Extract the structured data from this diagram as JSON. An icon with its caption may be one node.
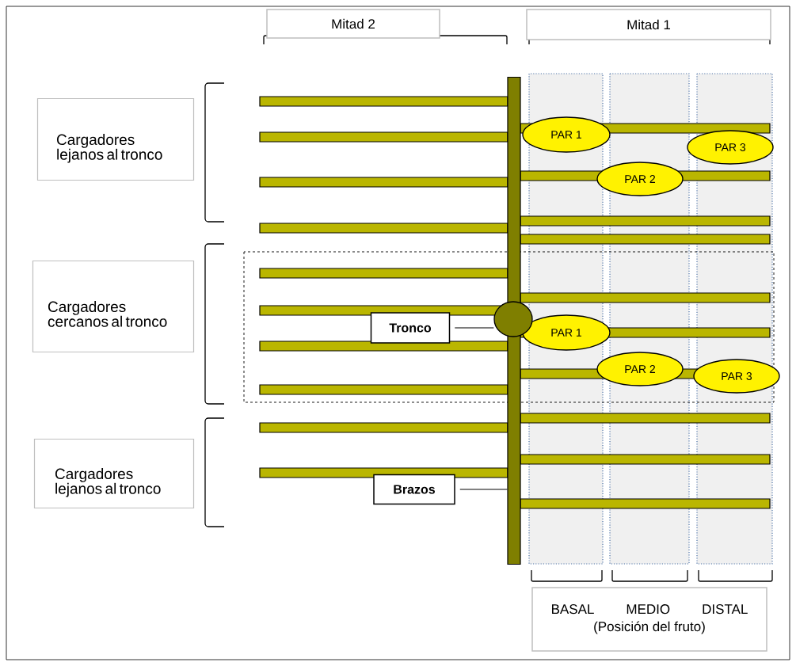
{
  "diagram": {
    "nodes": [
      {
        "text": [
          "Mitad 2"
        ]
      },
      {
        "text": [
          "Mitad 1"
        ]
      },
      {
        "text": [
          "Cargadores lejanos al tronco"
        ]
      },
      {
        "text": [
          "Cargadores cercanos al tronco"
        ]
      },
      {
        "text": [
          "Cargadores lejanos al tronco"
        ]
      },
      {
        "text": [
          "Tronco"
        ]
      },
      {
        "text": [
          "Brazos"
        ]
      },
      {
        "text": [
          "PAR 1"
        ]
      },
      {
        "text": [
          "PAR 3"
        ]
      },
      {
        "text": [
          "PAR 2"
        ]
      },
      {
        "text": [
          "PAR 1"
        ]
      },
      {
        "text": [
          "PAR 2"
        ]
      },
      {
        "text": [
          "PAR 3"
        ]
      },
      {
        "text": [
          "BASAL",
          "MEDIO",
          "DISTAL",
          "(Posición del fruto)"
        ]
      },
      {
        "text": [],
        "shape": "circle"
      },
      {
        "text": [],
        "shape": "bar"
      }
    ],
    "edges": [
      {
        "from": 5,
        "to": 14,
        "arrow": "none"
      },
      {
        "from": 6,
        "to": 15,
        "arrow": "none"
      }
    ]
  }
}
